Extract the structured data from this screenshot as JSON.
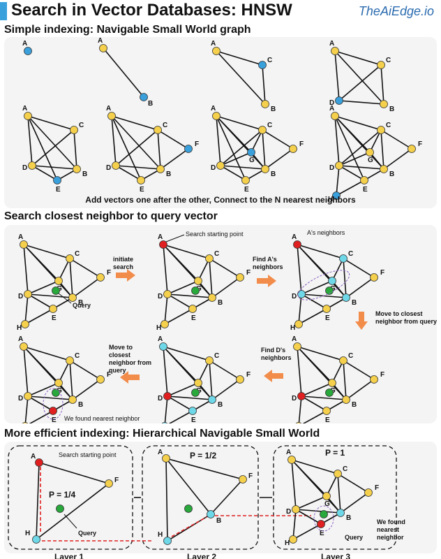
{
  "header": {
    "title": "Search in Vector Databases: HNSW",
    "brand": "TheAiEdge.io"
  },
  "section1": {
    "title": "Simple indexing: Navigable Small World graph",
    "caption": "Add vectors one after the other, Connect to the N nearest neighbors"
  },
  "section2": {
    "title": "Search closest neighbor to query vector",
    "labels": {
      "initiate": "initiate search",
      "start": "Search starting point",
      "find_a": "Find A's neighbors",
      "a_neighbors": "A's neighbors",
      "move1": "Move to closest neighbor from query",
      "find_d": "Find D's neighbors",
      "move2": "Move to closest neighbor from query",
      "query": "Query",
      "found": "We found nearest neighbor"
    }
  },
  "section3": {
    "title": "More efficient indexing: Hierarchical Navigable Small World",
    "layers": [
      {
        "label": "Layer 1",
        "p": "P = 1/4"
      },
      {
        "label": "Layer 2",
        "p": "P = 1/2"
      },
      {
        "label": "Layer 3",
        "p": "P = 1"
      }
    ],
    "labels": {
      "start": "Search starting point",
      "query": "Query",
      "found": "We found nearest neighbor"
    }
  },
  "colors": {
    "node": "#f5d04c",
    "new_node": "#3aa0dc",
    "start": "#e02020",
    "neighbor": "#6fd8e8",
    "query": "#29a83c",
    "arrow": "#f28c4a",
    "path": "#e02020",
    "title_bar": "#3aa0dc"
  }
}
